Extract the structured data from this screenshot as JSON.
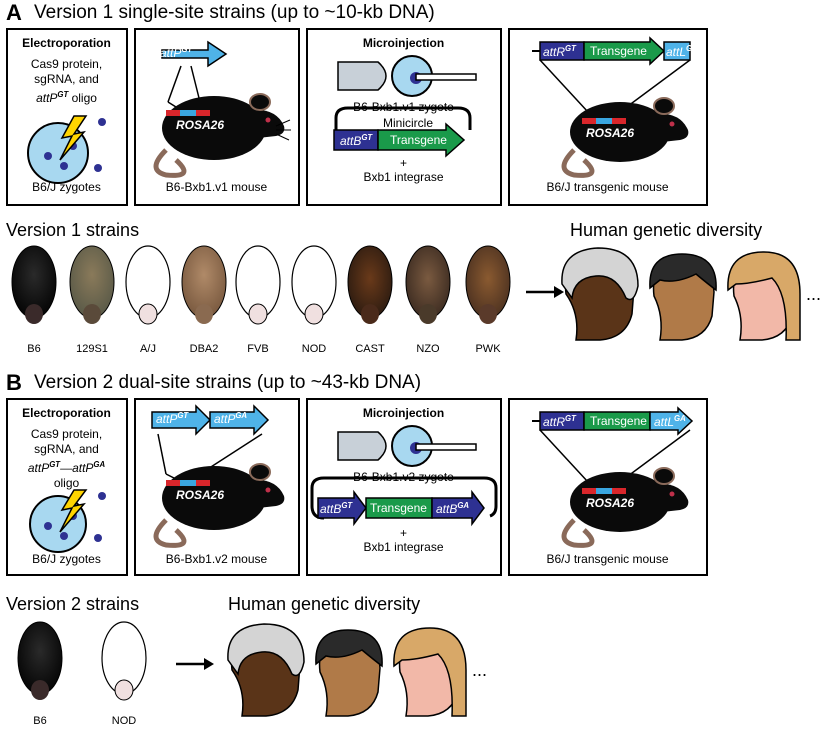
{
  "panelA": {
    "letter": "A",
    "title": "Version 1 single-site strains (up to ~10-kb DNA)",
    "electroporation": {
      "heading": "Electroporation",
      "line1": "Cas9 protein,",
      "line2": "sgRNA, and",
      "line3_pre": "att",
      "line3_sup": "P",
      "line3_sup2": "GT",
      "line3_post": " oligo",
      "caption": "B6/J zygotes"
    },
    "mouse1": {
      "attp_pre": "att",
      "attp_main": "P",
      "attp_sup": "GT",
      "locus": "ROSA26",
      "caption": "B6-Bxb1.v1 mouse"
    },
    "microinjection": {
      "heading": "Microinjection",
      "zygote": "B6-Bxb1.v1 zygote",
      "minicircle": "Minicircle",
      "attb_pre": "att",
      "attb_main": "B",
      "attb_sup": "GT",
      "transgene": "Transgene",
      "plus": "+",
      "integrase": "Bxb1 integrase"
    },
    "transgenic": {
      "attr_pre": "att",
      "attr_main": "R",
      "attr_sup": "GT",
      "transgene": "Transgene",
      "attl_pre": "att",
      "attl_main": "L",
      "attl_sup": "GT",
      "locus": "ROSA26",
      "caption": "B6/J transgenic mouse"
    },
    "strains_title": "Version 1 strains",
    "strains": [
      "B6",
      "129S1",
      "A/J",
      "DBA2",
      "FVB",
      "NOD",
      "CAST",
      "NZO",
      "PWK"
    ],
    "diversity_title": "Human genetic diversity",
    "ellipsis": "..."
  },
  "panelB": {
    "letter": "B",
    "title": "Version 2 dual-site strains (up to ~43-kb DNA)",
    "electroporation": {
      "heading": "Electroporation",
      "line1": "Cas9 protein,",
      "line2": "sgRNA, and",
      "line3_a": "att",
      "line3_b": "P",
      "line3_c": "GT",
      "line3_d": "—att",
      "line3_e": "P",
      "line3_f": "GA",
      "line4": "oligo",
      "caption": "B6/J zygotes"
    },
    "mouse2": {
      "attp1_pre": "att",
      "attp1_main": "P",
      "attp1_sup": "GT",
      "attp2_pre": "att",
      "attp2_main": "P",
      "attp2_sup": "GA",
      "locus": "ROSA26",
      "caption": "B6-Bxb1.v2 mouse"
    },
    "microinjection": {
      "heading": "Microinjection",
      "zygote": "B6-Bxb1.v2 zygote",
      "attb1_pre": "att",
      "attb1_main": "B",
      "attb1_sup": "GT",
      "transgene": "Transgene",
      "attb2_pre": "att",
      "attb2_main": "B",
      "attb2_sup": "GA",
      "plus": "+",
      "integrase": "Bxb1 integrase"
    },
    "transgenic": {
      "attr_pre": "att",
      "attr_main": "R",
      "attr_sup": "GT",
      "transgene": "Transgene",
      "attl_pre": "att",
      "attl_main": "L",
      "attl_sup": "GA",
      "locus": "ROSA26",
      "caption": "B6/J transgenic mouse"
    },
    "strains_title": "Version 2 strains",
    "strains": [
      "B6",
      "NOD"
    ],
    "diversity_title": "Human genetic diversity",
    "ellipsis": "..."
  },
  "colors": {
    "attp": "#4fb3e8",
    "attb": "#2e3192",
    "transgene": "#1a9a4a",
    "zygote": "#a8d8f0",
    "rosa_red": "#d9262b",
    "rosa_blue": "#3aa6e0"
  }
}
